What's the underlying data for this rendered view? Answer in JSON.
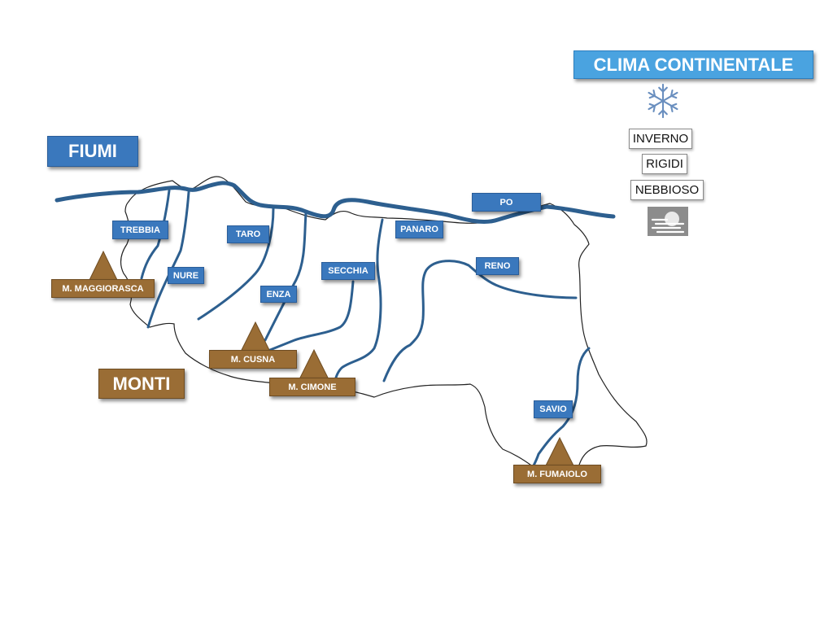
{
  "colors": {
    "river": "#2d5f8f",
    "river_label": "#3a78bd",
    "mountain": "#9a6d35",
    "climate": "#4aa3e0",
    "border": "#222222"
  },
  "headers": {
    "rivers": "FIUMI",
    "mountains": "MONTI"
  },
  "rivers": {
    "po": "PO",
    "trebbia": "TREBBIA",
    "nure": "NURE",
    "taro": "TARO",
    "enza": "ENZA",
    "secchia": "SECCHIA",
    "panaro": "PANARO",
    "reno": "RENO",
    "savio": "SAVIO"
  },
  "mountains": {
    "maggiorasca": "M. MAGGIORASCA",
    "cusna": "M. CUSNA",
    "cimone": "M. CIMONE",
    "fumaiolo": "M. FUMAIOLO"
  },
  "climate": {
    "title": "CLIMA CONTINENTALE",
    "words": [
      "INVERNO",
      "RIGIDI",
      "NEBBIOSO"
    ],
    "icons": [
      "snowflake-icon",
      "fog-icon"
    ]
  }
}
